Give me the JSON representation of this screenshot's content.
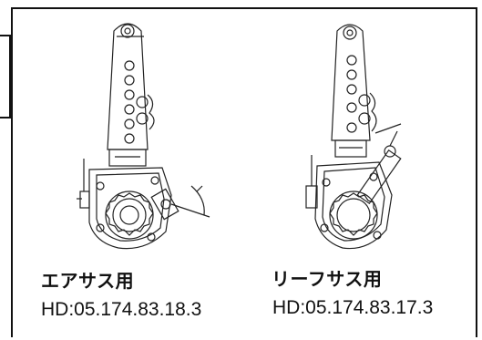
{
  "items": [
    {
      "label": "エアサス用",
      "code": "HD:05.174.83.18.3",
      "illustration": "slack-adjuster-air-suspension"
    },
    {
      "label": "リーフサス用",
      "code": "HD:05.174.83.17.3",
      "illustration": "slack-adjuster-leaf-suspension"
    }
  ],
  "colors": {
    "line": "#222222",
    "background": "#ffffff",
    "frame": "#111111"
  }
}
